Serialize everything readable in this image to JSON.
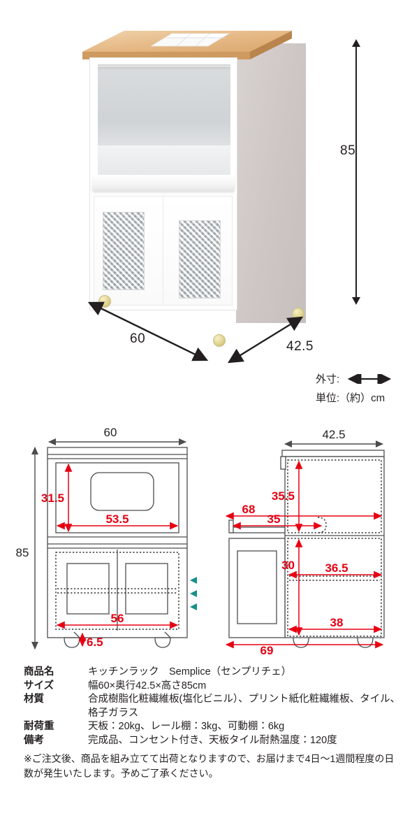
{
  "photo": {
    "alt_name": "kitchen-rack-product-photo",
    "dimensions": {
      "height": "85",
      "width": "60",
      "depth": "42.5"
    },
    "legend": {
      "outer_label": "外寸:",
      "unit_label": "単位:（約）cm"
    }
  },
  "drawings": {
    "front": {
      "title_width": "60",
      "overall_height": "85",
      "niche_height": "31.5",
      "niche_width": "53.5",
      "cabinet_width": "56",
      "caster_height": "6.5"
    },
    "side": {
      "title_depth": "42.5",
      "niche_depth": "35.5",
      "rail_extended": "68",
      "rail_travel": "35",
      "cabinet_inner_height": "30",
      "shelf_depth": "36.5",
      "cabinet_depth": "38",
      "total_extended_depth": "69"
    }
  },
  "spec": {
    "rows": [
      {
        "key": "商品名",
        "value": "キッチンラック　Semplice（センプリチェ）"
      },
      {
        "key": "サイズ",
        "value": "幅60×奥行42.5×高さ85cm"
      },
      {
        "key": "材質",
        "value": "合成樹脂化粧繊維板(塩化ビニル）、プリント紙化粧繊維板、タイル、格子ガラス"
      },
      {
        "key": "耐荷重",
        "value": "天板：20kg、レール棚：3kg、可動棚：6kg"
      },
      {
        "key": "備考",
        "value": "完成品、コンセント付き、天板タイル耐熱温度：120度"
      }
    ],
    "note": "※ご注文後、商品を組み立てて出荷となりますので、お届けまで4日～1週間程度の日数が発生いたします。予めご了承ください。"
  },
  "colors": {
    "dimension_red": "#e60012",
    "shelf_marker_teal": "#159187",
    "outline_gray": "#4d4d4d",
    "text": "#231f20",
    "wood": "#e3b683"
  }
}
